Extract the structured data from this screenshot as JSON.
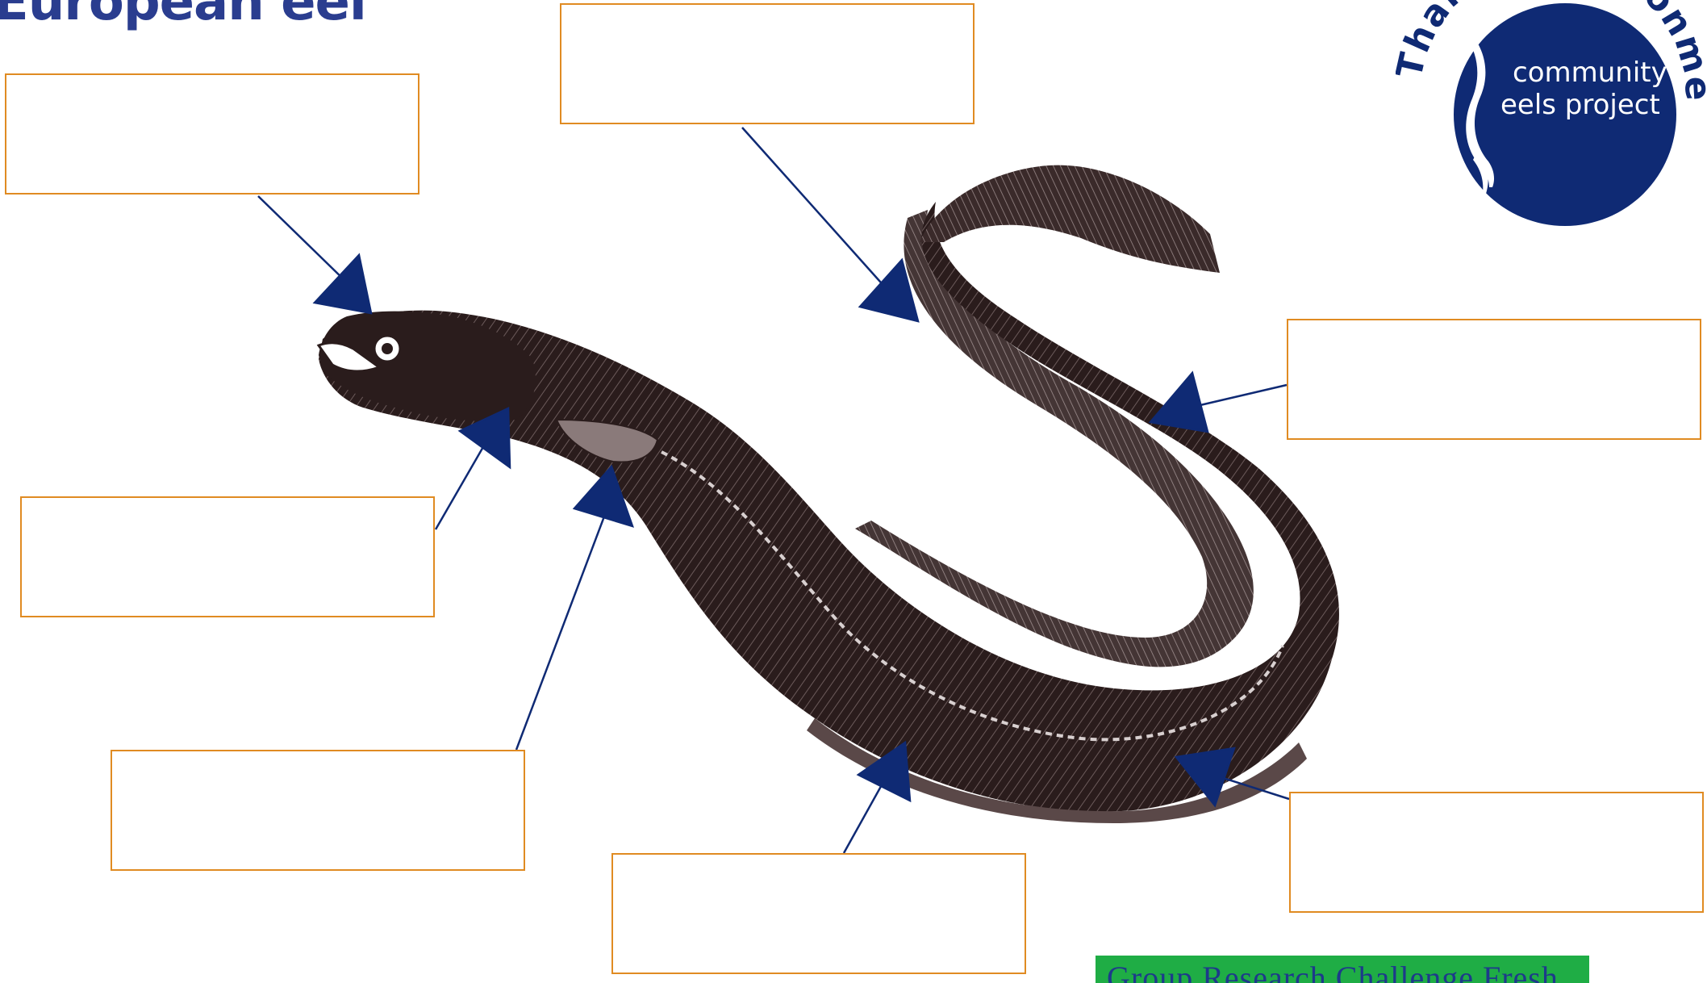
{
  "title": "European eel",
  "logo": {
    "arc_text": "Thames Environment",
    "line1": "community",
    "line2": "eels project"
  },
  "label_boxes": [
    {
      "id": "mouth",
      "value": ""
    },
    {
      "id": "dorsal-fin",
      "value": ""
    },
    {
      "id": "lateral-line",
      "value": ""
    },
    {
      "id": "gill",
      "value": ""
    },
    {
      "id": "pectoral-fin",
      "value": ""
    },
    {
      "id": "anal-fin",
      "value": ""
    },
    {
      "id": "vent",
      "value": ""
    }
  ],
  "footer": {
    "text": "Group Research Challenge Fresh"
  },
  "colors": {
    "title": "#2a3d8f",
    "box_border": "#e08b22",
    "arrow": "#0f2a74",
    "logo_bg": "#0f2a74",
    "eel": "#2a1c1c",
    "footer_bg": "#1fad45"
  }
}
